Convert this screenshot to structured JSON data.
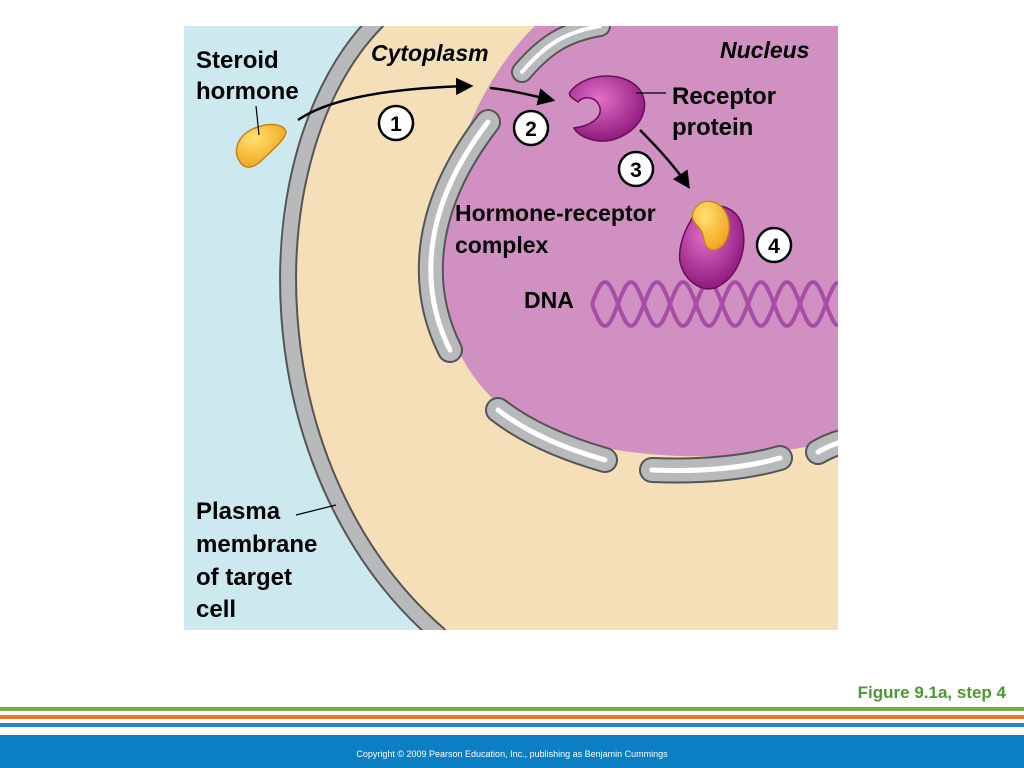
{
  "colors": {
    "extracellular": "#cde9f0",
    "cytoplasm": "#f4dfb8",
    "nucleus": "#d090c2",
    "membrane": "#b8b9bb",
    "membrane_outline": "#555555",
    "receptor": "#9a1a82",
    "hormone": "#f5b21c",
    "dna": "#a64da6",
    "caption": "#4a9a2e",
    "stripe_green": "#7aab47",
    "stripe_orange": "#e77826",
    "stripe_blue": "#2a87c6",
    "footer": "#0b7ec4"
  },
  "labels": {
    "steroid_hormone": [
      "Steroid",
      "hormone"
    ],
    "cytoplasm": "Cytoplasm",
    "nucleus": "Nucleus",
    "receptor_protein": [
      "Receptor",
      "protein"
    ],
    "hormone_receptor_complex": [
      "Hormone-receptor",
      "complex"
    ],
    "dna": "DNA",
    "plasma_membrane": [
      "Plasma",
      "membrane",
      "of target",
      "cell"
    ]
  },
  "steps": [
    "1",
    "2",
    "3",
    "4"
  ],
  "caption": "Figure 9.1a, step 4",
  "copyright": "Copyright © 2009 Pearson Education, Inc., publishing as Benjamin Cummings"
}
